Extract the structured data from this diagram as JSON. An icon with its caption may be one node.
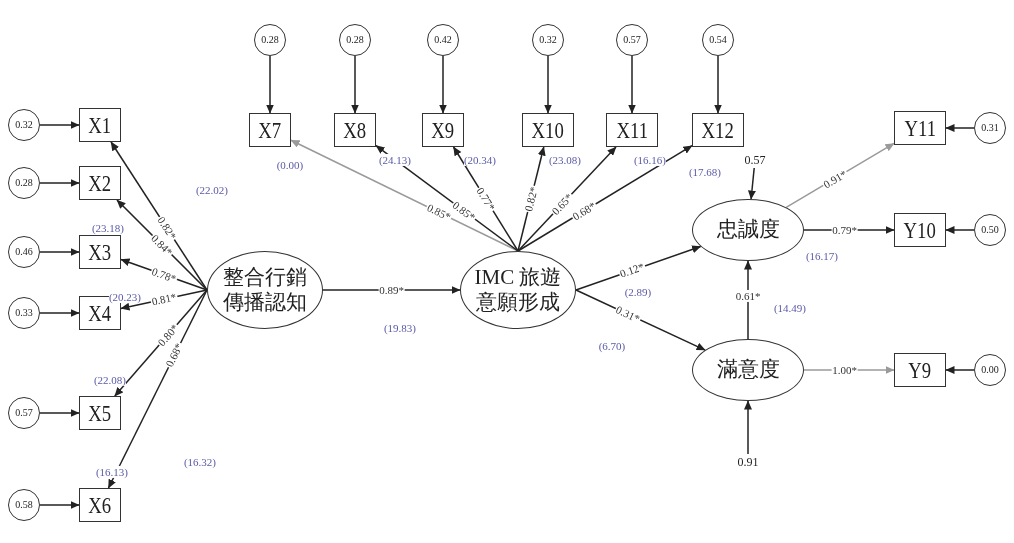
{
  "diagram": {
    "nodes": [
      {
        "text": [
          "0.32"
        ]
      },
      {
        "text": [
          "0.28"
        ]
      },
      {
        "text": [
          "0.46"
        ]
      },
      {
        "text": [
          "0.33"
        ]
      },
      {
        "text": [
          "0.57"
        ]
      },
      {
        "text": [
          "0.58"
        ]
      },
      {
        "text": [
          "X1"
        ]
      },
      {
        "text": [
          "X2"
        ]
      },
      {
        "text": [
          "X3"
        ]
      },
      {
        "text": [
          "X4"
        ]
      },
      {
        "text": [
          "X5"
        ]
      },
      {
        "text": [
          "X6"
        ]
      },
      {
        "text": [
          "0.28"
        ]
      },
      {
        "text": [
          "0.28"
        ]
      },
      {
        "text": [
          "0.42"
        ]
      },
      {
        "text": [
          "0.32"
        ]
      },
      {
        "text": [
          "0.57"
        ]
      },
      {
        "text": [
          "0.54"
        ]
      },
      {
        "text": [
          "X7"
        ]
      },
      {
        "text": [
          "X8"
        ]
      },
      {
        "text": [
          "X9"
        ]
      },
      {
        "text": [
          "X10"
        ]
      },
      {
        "text": [
          "X11"
        ]
      },
      {
        "text": [
          "X12"
        ]
      },
      {
        "text": [
          "整合行銷傳播認知"
        ]
      },
      {
        "text": [
          "IMC 旅遊意願形成"
        ]
      },
      {
        "text": [
          "忠誠度"
        ]
      },
      {
        "text": [
          "滿意度"
        ]
      },
      {
        "text": [
          "Y11"
        ]
      },
      {
        "text": [
          "Y10"
        ]
      },
      {
        "text": [
          "Y9"
        ]
      },
      {
        "text": [
          "0.31"
        ]
      },
      {
        "text": [
          "0.50"
        ]
      },
      {
        "text": [
          "0.00"
        ]
      },
      {
        "text": [
          "0.57"
        ]
      },
      {
        "text": [
          "0.91"
        ]
      }
    ],
    "edges": [
      {
        "from": 0,
        "to": 6,
        "arrow": "to"
      },
      {
        "from": 1,
        "to": 7,
        "arrow": "to"
      },
      {
        "from": 2,
        "to": 8,
        "arrow": "to"
      },
      {
        "from": 3,
        "to": 9,
        "arrow": "to"
      },
      {
        "from": 4,
        "to": 10,
        "arrow": "to"
      },
      {
        "from": 5,
        "to": 11,
        "arrow": "to"
      },
      {
        "from": 24,
        "to": 6,
        "arrow": "to",
        "label": "0.82*"
      },
      {
        "from": 24,
        "to": 7,
        "arrow": "to",
        "label": "0.84*"
      },
      {
        "from": 24,
        "to": 8,
        "arrow": "to",
        "label": "0.78*"
      },
      {
        "from": 24,
        "to": 9,
        "arrow": "to",
        "label": "0.81*"
      },
      {
        "from": 24,
        "to": 10,
        "arrow": "to",
        "label": "0.80*"
      },
      {
        "from": 24,
        "to": 11,
        "arrow": "to",
        "label": "0.68*"
      },
      {
        "from": 12,
        "to": 18,
        "arrow": "to"
      },
      {
        "from": 13,
        "to": 19,
        "arrow": "to"
      },
      {
        "from": 14,
        "to": 20,
        "arrow": "to"
      },
      {
        "from": 15,
        "to": 21,
        "arrow": "to"
      },
      {
        "from": 16,
        "to": 22,
        "arrow": "to"
      },
      {
        "from": 17,
        "to": 23,
        "arrow": "to"
      },
      {
        "from": 25,
        "to": 18,
        "arrow": "to",
        "label": "0.85*",
        "color": "#9a9a9a"
      },
      {
        "from": 25,
        "to": 19,
        "arrow": "to",
        "label": "0.85*"
      },
      {
        "from": 25,
        "to": 20,
        "arrow": "to",
        "label": "0.77*"
      },
      {
        "from": 25,
        "to": 21,
        "arrow": "to",
        "label": "0.82*"
      },
      {
        "from": 25,
        "to": 22,
        "arrow": "to",
        "label": "0.65*"
      },
      {
        "from": 25,
        "to": 23,
        "arrow": "to",
        "label": "0.68*"
      },
      {
        "from": 24,
        "to": 25,
        "arrow": "to",
        "label": "0.89*"
      },
      {
        "from": 25,
        "to": 26,
        "arrow": "to",
        "label": "0.12*"
      },
      {
        "from": 25,
        "to": 27,
        "arrow": "to",
        "label": "0.31*"
      },
      {
        "from": 27,
        "to": 26,
        "arrow": "to",
        "label": "0.61*"
      },
      {
        "from": 26,
        "to": 28,
        "arrow": "to",
        "label": "0.91*",
        "color": "#9a9a9a"
      },
      {
        "from": 26,
        "to": 29,
        "arrow": "to",
        "label": "0.79*"
      },
      {
        "from": 27,
        "to": 30,
        "arrow": "to",
        "label": "1.00*",
        "color": "#9a9a9a"
      },
      {
        "from": 31,
        "to": 28,
        "arrow": "to"
      },
      {
        "from": 32,
        "to": 29,
        "arrow": "to"
      },
      {
        "from": 33,
        "to": 30,
        "arrow": "to"
      },
      {
        "from": 34,
        "to": 26,
        "arrow": "to"
      },
      {
        "from": 35,
        "to": 27,
        "arrow": "to"
      }
    ],
    "labels": [
      "(22.02)",
      "(23.18)",
      "(20.23)",
      "(22.08)",
      "(16.13)",
      "(16.32)",
      "(0.00)",
      "(24.13)",
      "(20.34)",
      "(23.08)",
      "(16.16)",
      "(17.68)",
      "(19.83)",
      "(2.89)",
      "(6.70)",
      "(14.49)",
      "(16.17)"
    ]
  }
}
